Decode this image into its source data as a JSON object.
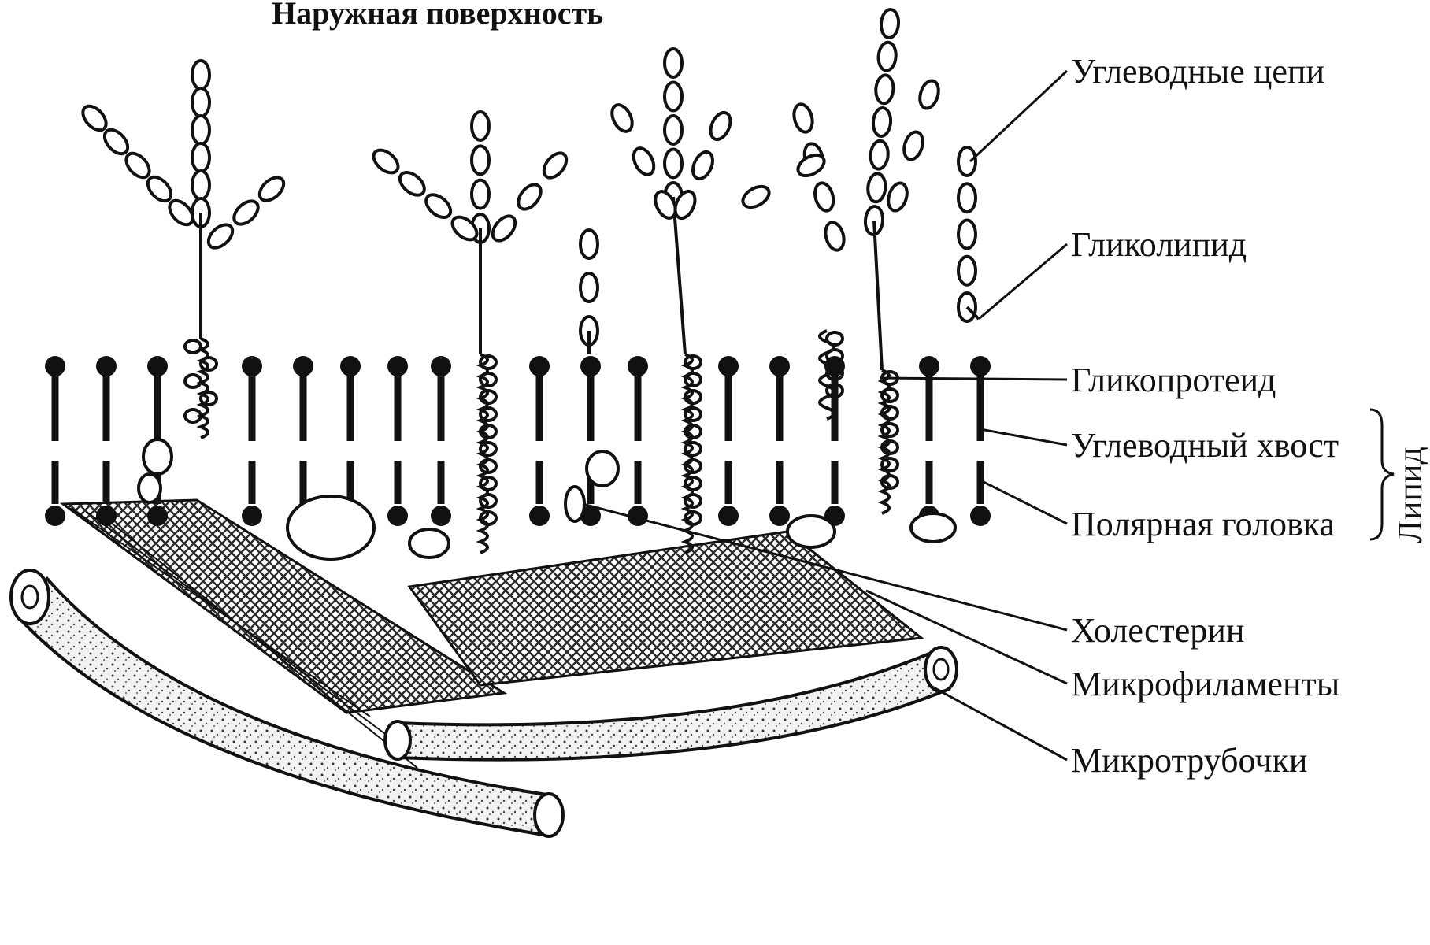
{
  "title": "Наружная поверхность",
  "labels": {
    "carb_chains": "Углеводные цепи",
    "glycolipid": "Гликолипид",
    "glycoprotein": "Гликопротеид",
    "carb_tail": "Углеводный хвост",
    "polar_head": "Полярная головка",
    "cholesterol": "Холестерин",
    "microfilaments": "Микрофиламенты",
    "microtubules": "Микротрубочки",
    "lipid": "Липид"
  },
  "colors": {
    "ink": "#111111",
    "background": "#ffffff",
    "tube_fill": "#e9e9e9",
    "mesh": "#2b2b2b"
  }
}
